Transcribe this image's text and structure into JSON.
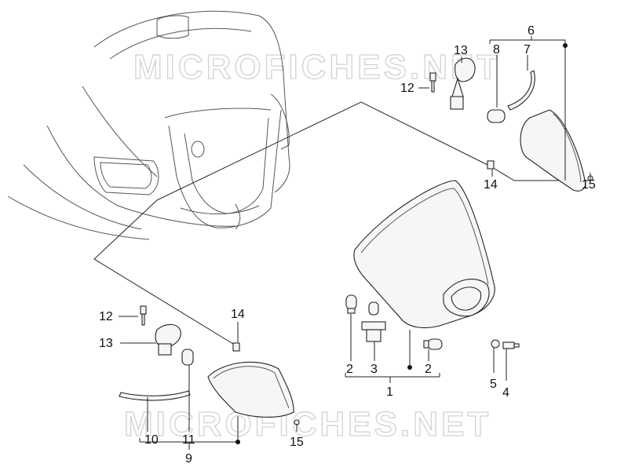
{
  "watermark": [
    "MICROFICHES.NET",
    "MICROFICHES.NET"
  ],
  "callouts": [
    "1",
    "2",
    "2",
    "3",
    "4",
    "5",
    "6",
    "7",
    "8",
    "9",
    "10",
    "11",
    "12",
    "12",
    "13",
    "13",
    "14",
    "14",
    "15",
    "15"
  ]
}
